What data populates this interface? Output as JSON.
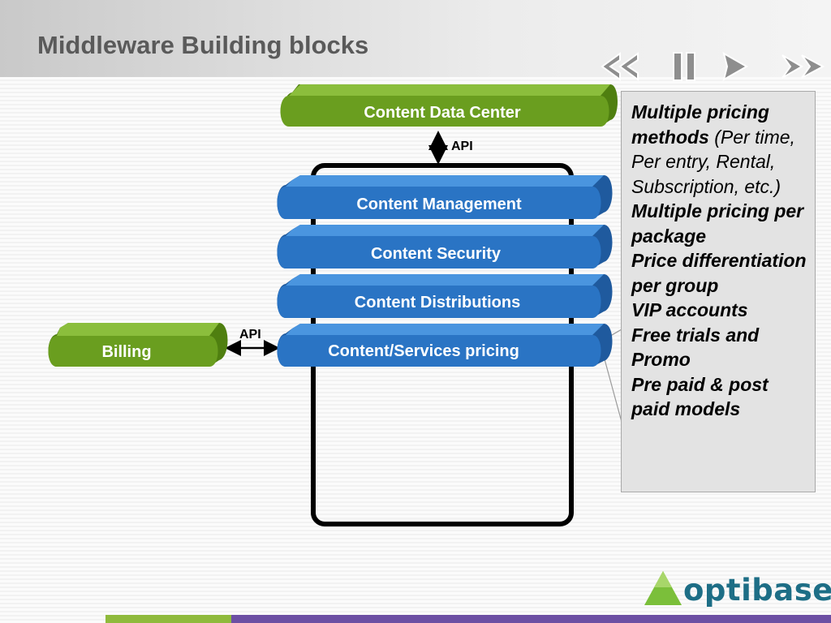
{
  "page": {
    "title": "Middleware Building blocks"
  },
  "nav": {
    "icons": [
      "rewind-icon",
      "pause-icon",
      "play-icon",
      "fast-forward-icon"
    ]
  },
  "diagram": {
    "top_block": "Content Data Center",
    "stack_blocks": [
      "Content Management",
      "Content Security",
      "Content Distributions",
      "Content/Services pricing"
    ],
    "side_block": "Billing",
    "api_top": "API",
    "api_side": "API",
    "colors": {
      "green": "#6a9e1f",
      "blue": "#2a74c4",
      "frame": "#000000"
    }
  },
  "notes": {
    "items": [
      {
        "bold": "Multiple pricing methods",
        "rest": " (Per time, Per entry, Rental, Subscription, etc.)"
      },
      {
        "bold": "Multiple pricing per package",
        "rest": ""
      },
      {
        "bold": "Price differentiation per group",
        "rest": ""
      },
      {
        "bold": "VIP accounts",
        "rest": ""
      },
      {
        "bold": "Free trials and Promo",
        "rest": ""
      },
      {
        "bold": "Pre paid & post paid models",
        "rest": ""
      }
    ]
  },
  "logo": {
    "text": "optibase",
    "color": "#1d6e86"
  }
}
